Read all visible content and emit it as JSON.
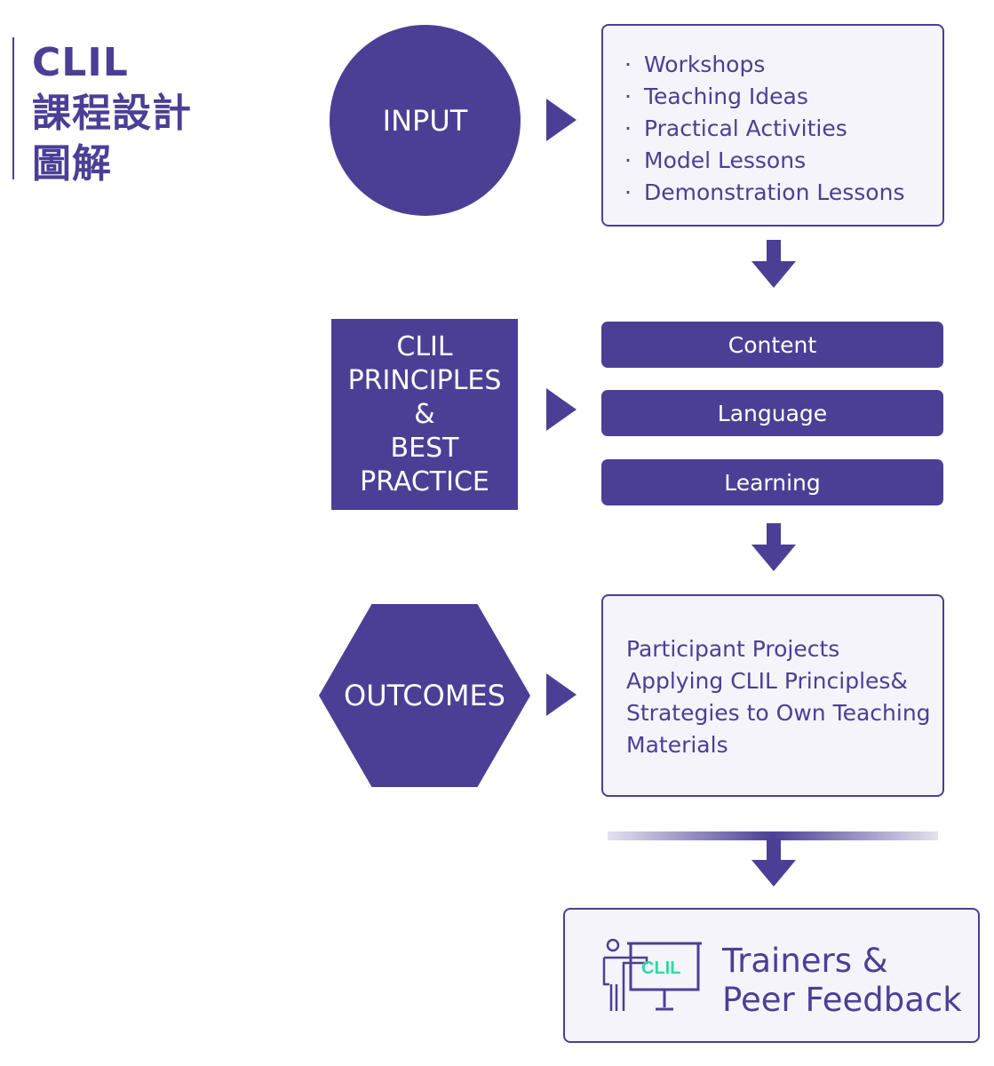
{
  "title": "CLIL\n課程設計\n圖解",
  "colors": {
    "primary": "#4b3f95",
    "card_bg": "#f4f4fa",
    "accent": "#2dd9a6"
  },
  "input": {
    "label": "INPUT",
    "items": [
      "Workshops",
      "Teaching Ideas",
      "Practical Activities",
      "Model Lessons",
      "Demonstration Lessons"
    ],
    "bullet": "·"
  },
  "principles": {
    "label": "CLIL\nPRINCIPLES\n&\nBEST\nPRACTICE",
    "pills": [
      "Content",
      "Language",
      "Learning"
    ]
  },
  "outcomes": {
    "label": "OUTCOMES",
    "text": "Participant Projects\nApplying CLIL Principles&\nStrategies to Own Teaching\nMaterials"
  },
  "feedback": {
    "text": "Trainers &\nPeer Feedback",
    "icon": "trainer-presentation-icon",
    "board_label": "CLIL"
  }
}
